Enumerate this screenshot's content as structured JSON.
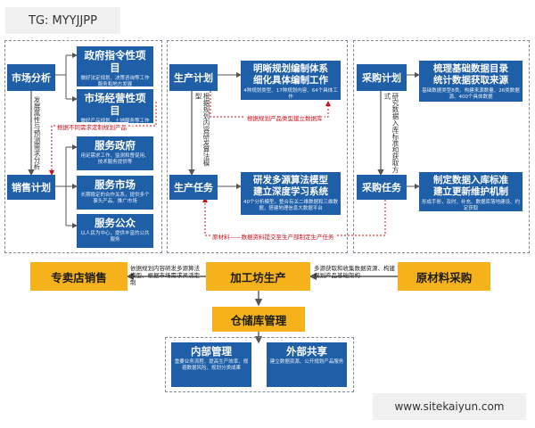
{
  "watermark_top": "TG: MYYJJPP",
  "watermark_bottom": "www.sitekaiyun.com",
  "sales": {
    "market_analysis": "市场分析",
    "sales_plan": "销售计划",
    "vertical_note": "发展属性与预测需求分析",
    "red_note": "根据不同需求定制规划产品",
    "items": [
      {
        "title": "政府指令性项目",
        "desc": "做好法定规划、决策咨询等工作服务和地方发展"
      },
      {
        "title": "市场经营性项目",
        "desc": "做好产品规划、土地服务等工作服务市场和民生活"
      },
      {
        "title": "服务政府",
        "desc": "用足需求工作、监测和督促用、技术服务提供等"
      },
      {
        "title": "服务市场",
        "desc": "长期稳定的合作关系，提供多个事头产品、推广市场"
      },
      {
        "title": "服务公众",
        "desc": "以人民为中心，提供丰富的公共服务"
      }
    ]
  },
  "production": {
    "plan": "生产计划",
    "task": "生产任务",
    "vertical_note": "根据规划内容研发算法模型",
    "red_note1": "根据规划产品类型建立数据库",
    "red_note2": "原材料——数据资料提交至生产部制定生产任务",
    "items": [
      {
        "title": "明晰规划编制体系\n细化具体编制工作",
        "desc": "4种规划类型、17种规划内容、64个具体工作"
      },
      {
        "title": "研发多源算法模型\n建立深度学习系统",
        "desc": "40个分析模型，整合有关二维数据和三维数据，搭建地理信息大数据平台"
      }
    ]
  },
  "procurement": {
    "plan": "采购计划",
    "task": "采购任务",
    "vertical_note": "研究数据入库标准和获取方式",
    "items": [
      {
        "title": "梳理基础数据目录\n统计数据获取来源",
        "desc": "基础数据类型8类、构建来源数量、26类数据源、400个具体数据"
      },
      {
        "title": "制定数据入库标准\n建立更新维护机制",
        "desc": "形成手册，及时、补充、数据库落地建设、约定获取"
      }
    ]
  },
  "flow": {
    "store": "专卖店销售",
    "workshop": "加工坊生产",
    "raw": "原材料采购",
    "warehouse": "仓储库管理",
    "text_left": "依据规划内容研发多源算法模型、根据市场需求灵活定制",
    "text_right": "多源获取和收集数据资源、构建规划产品基础架构"
  },
  "warehouse": {
    "items": [
      {
        "title": "内部管理",
        "desc": "重要业务流程、提高生产效率、规避数据风险、规划分类成果"
      },
      {
        "title": "外部共享",
        "desc": "建立数据资源、公开规划产品服务"
      }
    ]
  }
}
